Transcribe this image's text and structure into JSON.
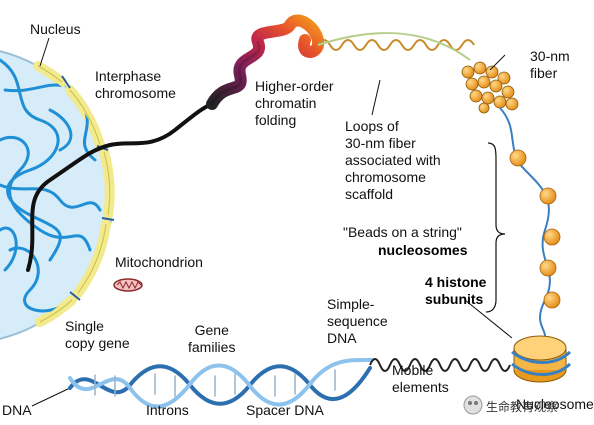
{
  "labels": {
    "nucleus": "Nucleus",
    "interphase_chromosome": "Interphase\nchromosome",
    "higher_order": "Higher-order\nchromatin\nfolding",
    "loops": "Loops of\n30-nm fiber\nassociated with\nchromosome\nscaffold",
    "fiber_30nm": "30-nm\nfiber",
    "beads_line1": "\"Beads on a string\"",
    "beads_line2": "nucleosomes",
    "histone": "4 histone\nsubunits",
    "mitochondrion": "Mitochondrion",
    "simple_sequence": "Simple-\nsequence\nDNA",
    "single_copy": "Single\ncopy gene",
    "gene_families": "Gene\nfamilies",
    "mobile": "Mobile\nelements",
    "dna": "DNA",
    "introns": "Introns",
    "spacer": "Spacer DNA",
    "nucleosome": "Nucleosome"
  },
  "watermark": "生命教育观察",
  "colors": {
    "nucleus_fill": "#d6ecf8",
    "chromatin_blue": "#1f8fd6",
    "pore_yellow": "#f2ea8c",
    "scaffold_loops": "#c98a2a",
    "bead_orange": "#f0a431",
    "string_blue": "#3a7fc2",
    "dna_blue": "#2c6fb0"
  }
}
